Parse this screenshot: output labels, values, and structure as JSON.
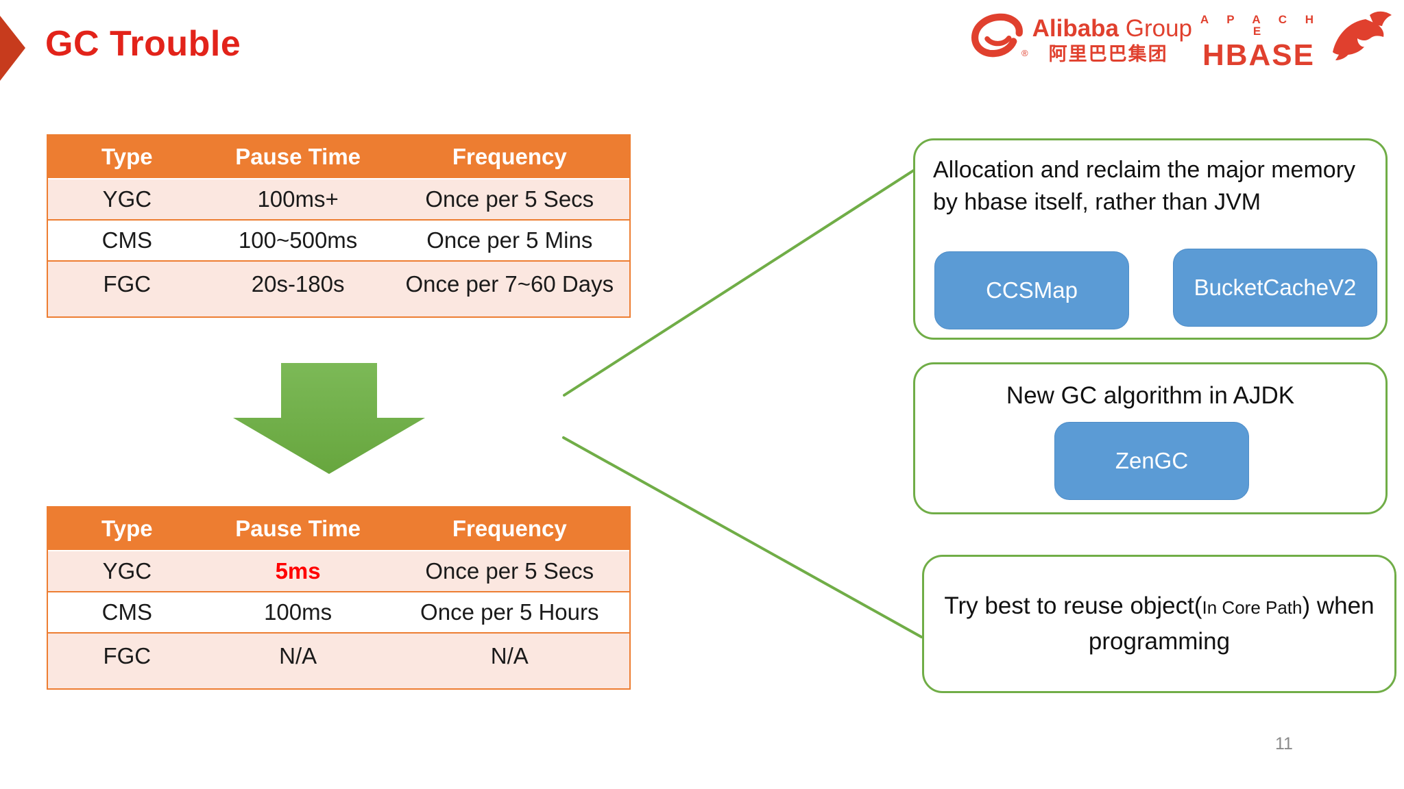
{
  "slide": {
    "title": "GC Trouble",
    "page_number": "11"
  },
  "logos": {
    "alibaba": {
      "wordmark": "Alibaba",
      "wordmark_suffix": "Group",
      "chinese": "阿里巴巴集团",
      "reg_mark": "®"
    },
    "hbase": {
      "line1": "A P A C H E",
      "line2": "HBASE"
    }
  },
  "table_before": {
    "columns": [
      "Type",
      "Pause Time",
      "Frequency"
    ],
    "rows": [
      {
        "type": "YGC",
        "pause": "100ms+",
        "freq": "Once per 5 Secs"
      },
      {
        "type": "CMS",
        "pause": "100~500ms",
        "freq": "Once per 5 Mins"
      },
      {
        "type": "FGC",
        "pause": "20s-180s",
        "freq": "Once per 7~60 Days"
      }
    ]
  },
  "table_after": {
    "columns": [
      "Type",
      "Pause Time",
      "Frequency"
    ],
    "rows": [
      {
        "type": "YGC",
        "pause": "5ms",
        "freq": "Once per 5 Secs"
      },
      {
        "type": "CMS",
        "pause": "100ms",
        "freq": "Once per 5 Hours"
      },
      {
        "type": "FGC",
        "pause": "N/A",
        "freq": "N/A"
      }
    ],
    "highlighted_value": "5ms"
  },
  "boxes": {
    "memory": {
      "line1": "Allocation and reclaim the major memory",
      "line2": "by hbase itself, rather than JVM",
      "button1": "CCSMap",
      "button2": "BucketCacheV2"
    },
    "gc_algorithm": {
      "title": "New GC algorithm in AJDK",
      "button": "ZenGC"
    },
    "reuse": {
      "prefix": "Try best to reuse object(",
      "small": "In Core Path",
      "suffix": ") when",
      "line2": "programming"
    }
  },
  "colors": {
    "accent_orange": "#ED7D31",
    "row_pink": "#FBE7E0",
    "accent_blue": "#5B9BD5",
    "accent_green": "#70AD47",
    "title_red": "#E2231A",
    "logo_red": "#E0402E",
    "highlight_red": "#FF0000",
    "page_number_gray": "#8A8A8A"
  }
}
